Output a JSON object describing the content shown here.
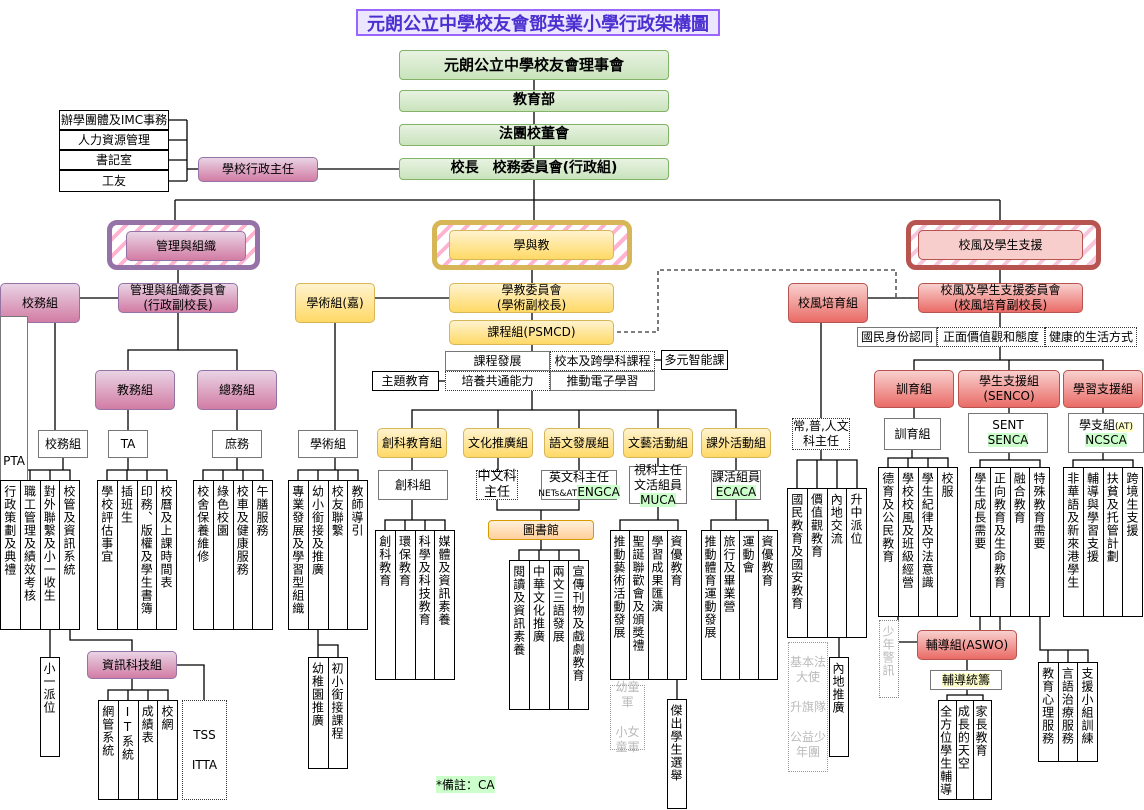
{
  "title": "元朗公立中學校友會鄧英業小學行政架構圖",
  "top": {
    "council": "元朗公立中學校友會理事會",
    "edb": "教育部",
    "board": "法團校董會",
    "principal": "校長　校務委員會(行政組)"
  },
  "admin": {
    "items": [
      "辦學團體及IMC事務",
      "人力資源管理",
      "書記室",
      "工友"
    ],
    "head": "學校行政主任"
  },
  "management": {
    "domain": "管理與組織",
    "committee": [
      "管理與組織委員會",
      "(行政副校長)"
    ],
    "general_affairs": "校務組",
    "pta": "PTA",
    "ga_box": "校務組",
    "ga_cols": [
      "行政策劃及典禮",
      "職工管理及績效考核",
      "對外聯繫及小一收生",
      "校管及資訊系統"
    ],
    "p1_allocation": "小一派位",
    "it_group": "資訊科技組",
    "it_cols": [
      "網管系統",
      "IT系統",
      "成績表",
      "校網"
    ],
    "tss": "TSS",
    "itta": "ITTA",
    "academic_affairs": "教務組",
    "ta": "TA",
    "aa_cols": [
      "學校評估事宜",
      "插班生",
      "印務、版權及學生書簿",
      "校曆及上課時間表"
    ],
    "general_services": "總務組",
    "services_box": "庶務",
    "gs_cols": [
      "校舍保養維修",
      "綠色校園",
      "校車及健康服務",
      "午膳服務"
    ]
  },
  "academic": {
    "group": "學術組(嘉)",
    "box": "學術組",
    "cols": [
      "專業發展及學習型組織",
      "幼小銜接及推廣",
      "校友聯繫",
      "教師導引"
    ],
    "sub_cols": [
      "幼稚園推廣",
      "初小銜接課程"
    ]
  },
  "learning": {
    "domain": "學與教",
    "committee": [
      "學教委員會",
      "(學術副校長)"
    ],
    "curriculum": "課程組(PSMCD)",
    "grid": [
      "課程發展",
      "校本及跨學科課程",
      "培養共通能力",
      "推動電子學習"
    ],
    "multi": "多元智能課",
    "theme": "主題教育",
    "groups": [
      "創科教育組",
      "文化推廣組",
      "語文發展組",
      "文藝活動組",
      "課外活動組"
    ],
    "stem_box": "創科組",
    "stem_cols": [
      "創科教育",
      "環保教育",
      "科學及科技教育",
      "媒體及資訊素養"
    ],
    "chinese_head": [
      "中文科",
      "主任"
    ],
    "english_head": "英文科主任",
    "english_sub": "NETs&AT",
    "english_ca": "ENGCA",
    "arts_head": [
      "視科主任",
      "文活組員"
    ],
    "arts_ca": "MUCA",
    "eca_head": "課活組員",
    "eca_ca": "ECACA",
    "library": "圖書館",
    "library_cols": [
      "閱讀及資訊素養",
      "中華文化推廣",
      "兩文三語發展",
      "宣傳刊物及戲劇教育"
    ],
    "arts_cols": [
      "推動藝術活動發展",
      "聖誕聯歡會及頒獎禮",
      "學習成果匯演",
      "資優教育"
    ],
    "uniform": [
      "幼童軍",
      "小女童軍"
    ],
    "election": "傑出學生選舉",
    "eca_cols": [
      "推動體育運動發展",
      "旅行及畢業營",
      "運動會",
      "資優教育"
    ]
  },
  "pastoral": {
    "domain": "校風及學生支援",
    "committee": [
      "校風及學生支援委員會",
      "(校風培育副校長)"
    ],
    "moral": "校風培育組",
    "values": [
      "國民身份認同",
      "正面價值觀和態度",
      "健康的生活方式"
    ],
    "gs_head": [
      "常,普,人文",
      "科主任"
    ],
    "moral_cols": [
      "國民教育及國安教育",
      "價值觀教育",
      "內地交流",
      "升中派位"
    ],
    "moral_extra": [
      "基本法大使",
      "升旗隊",
      "公益少年團"
    ],
    "mainland": "內地推廣",
    "discipline": "訓育組",
    "discipline_box": "訓育組",
    "discipline_cols": [
      "德育及公民教育",
      "學校校風及班級經營",
      "學生紀律及守法意識",
      "校服"
    ],
    "police": "少年警訊",
    "senco": [
      "學生支援組",
      "(SENCO)"
    ],
    "sent": "SENT",
    "senca": "SENCA",
    "senco_cols": [
      "學生成長需要",
      "正向教育及生命教育",
      "融合教育",
      "特殊教育需要"
    ],
    "learning_support": "學習支援組",
    "ls_box": "學支組",
    "ls_at": "(AT)",
    "ncsca": "NCSCA",
    "ls_cols": [
      "非華語及新來港學生",
      "輔導與學習支援",
      "扶貧及托管計劃",
      "跨境生支援"
    ],
    "aswo": "輔導組(ASWO)",
    "guidance": "輔導統籌",
    "guidance_cols": [
      "全方位學生輔導",
      "成長的天空",
      "家長教育"
    ],
    "services_cols": [
      "教育心理服務",
      "言語治療服務",
      "支援小組訓練"
    ]
  },
  "note": "*備註：CA"
}
